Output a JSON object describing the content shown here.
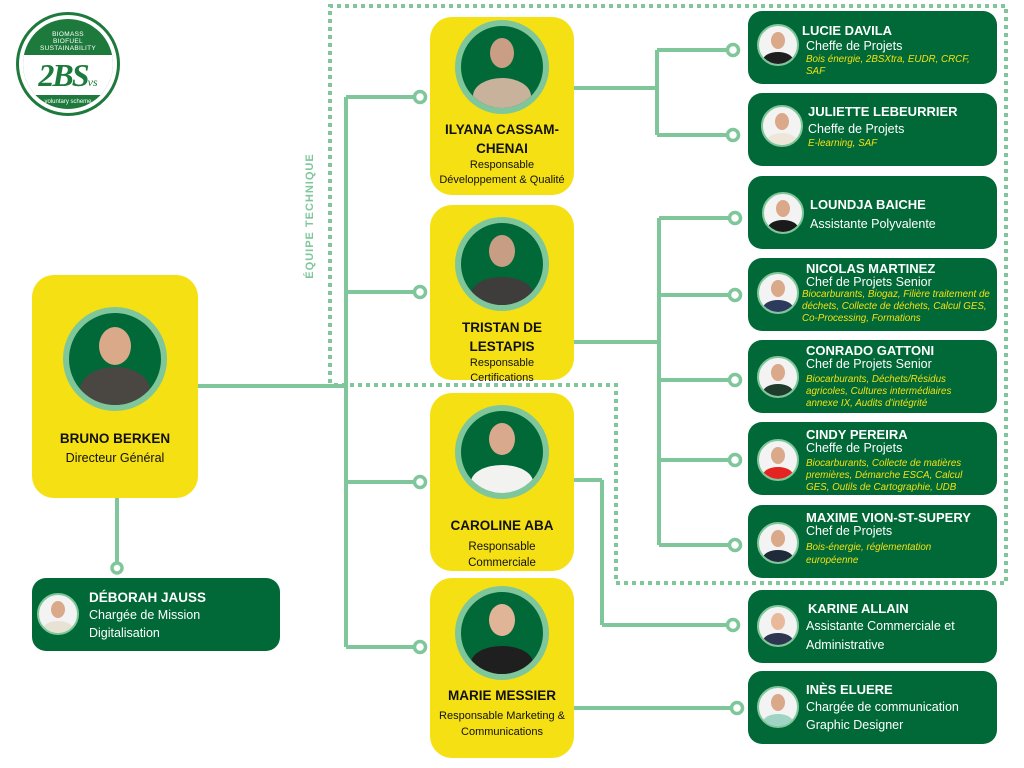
{
  "logo": {
    "top_text": [
      "BIOMASS",
      "BIOFUEL",
      "SUSTAINABILITY"
    ],
    "mark": "2BS",
    "mark_suffix": "vs",
    "registered": "®",
    "bottom_text": "voluntary scheme"
  },
  "colors": {
    "brand_green": "#006937",
    "accent_yellow": "#f5e013",
    "connector_green": "#7fc79a",
    "tag_yellow": "#f5e013"
  },
  "team_label": "ÉQUIPE TECHNIQUE",
  "director": {
    "name": "BRUNO BERKEN",
    "role": "Directeur Général"
  },
  "assistant_director": {
    "name": "DÉBORAH JAUSS",
    "role_line1": "Chargée de Mission",
    "role_line2": "Digitalisation"
  },
  "managers": [
    {
      "name_line1": "ILYANA CASSAM-",
      "name_line2": "CHENAI",
      "role_line1": "Responsable",
      "role_line2": "Développement & Qualité"
    },
    {
      "name_line1": "TRISTAN DE",
      "name_line2": "LESTAPIS",
      "role_line1": "Responsable",
      "role_line2": "Certifications"
    },
    {
      "name_line1": "CAROLINE ABA",
      "name_line2": "",
      "role_line1": "Responsable",
      "role_line2": "Commerciale"
    },
    {
      "name_line1": "MARIE MESSIER",
      "name_line2": "",
      "role_line1": "Responsable Marketing &",
      "role_line2": "Communications"
    }
  ],
  "staff": [
    {
      "name": "LUCIE DAVILA",
      "role": "Cheffe de Projets",
      "tags": "Bois énergie, 2BSXtra, EUDR, CRCF, SAF",
      "manager": "ILYANA CASSAM-CHENAI"
    },
    {
      "name": "JULIETTE LEBEURRIER",
      "role": "Cheffe de Projets",
      "tags": "E-learning, SAF",
      "manager": "ILYANA CASSAM-CHENAI"
    },
    {
      "name": "LOUNDJA BAICHE",
      "role": "Assistante Polyvalente",
      "tags": "",
      "manager": "TRISTAN DE LESTAPIS"
    },
    {
      "name": "NICOLAS MARTINEZ",
      "role": "Chef de Projets Senior",
      "tags": "Biocarburants, Biogaz, Filière traitement de déchets, Collecte de déchets, Calcul GES, Co-Processing, Formations",
      "manager": "TRISTAN DE LESTAPIS"
    },
    {
      "name": "CONRADO GATTONI",
      "role": "Chef de Projets Senior",
      "tags": "Biocarburants, Déchets/Résidus agricoles, Cultures intermédiaires annexe IX, Audits d'intégrité",
      "manager": "TRISTAN DE LESTAPIS"
    },
    {
      "name": "CINDY PEREIRA",
      "role": "Cheffe de Projets",
      "tags": "Biocarburants, Collecte de matières premières, Démarche ESCA, Calcul GES, Outils de Cartographie, UDB",
      "manager": "TRISTAN DE LESTAPIS"
    },
    {
      "name": "MAXIME VION-ST-SUPERY",
      "role": "Chef de Projets",
      "tags": "Bois-énergie, réglementation européenne",
      "manager": "TRISTAN DE LESTAPIS"
    },
    {
      "name": "KARINE ALLAIN",
      "role": "Assistante Commerciale et Administrative",
      "tags": "",
      "manager": "CAROLINE ABA"
    },
    {
      "name": "INÈS ELUERE",
      "role": "Chargée de communication Graphic Designer",
      "tags": "",
      "manager": "MARIE MESSIER"
    }
  ]
}
